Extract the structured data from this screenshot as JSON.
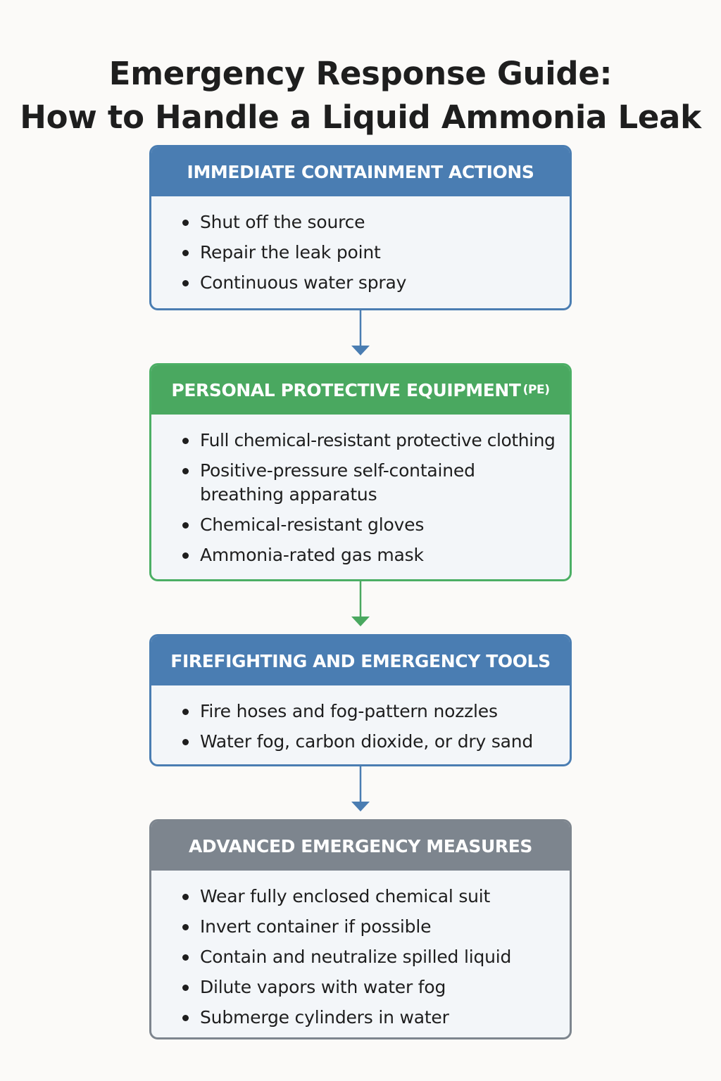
{
  "title": {
    "line1": "Emergency Response Guide:",
    "line2": "How to Handle a Liquid Ammonia Leak"
  },
  "colors": {
    "blue": "#4a7db2",
    "green": "#4aa860",
    "gray": "#7d858e",
    "background": "#fbfaf8",
    "box_fill": "#f3f6f9"
  },
  "sections": [
    {
      "header": "IMMEDIATE CONTAINMENT ACTIONS",
      "color": "blue",
      "items": [
        "Shut off the source",
        "Repair the leak point",
        "Continuous water spray"
      ]
    },
    {
      "header": "PERSONAL PROTECTIVE EQUIPMENT",
      "header_suffix": "(PE)",
      "color": "green",
      "items": [
        "Full chemical-resistant protective clothing",
        "Positive-pressure self-contained breathing apparatus",
        "Chemical-resistant gloves",
        "Ammonia-rated gas mask"
      ]
    },
    {
      "header": "FIREFIGHTING AND EMERGENCY TOOLS",
      "color": "blue",
      "items": [
        "Fire hoses and fog-pattern nozzles",
        "Water fog, carbon dioxide, or dry sand"
      ]
    },
    {
      "header": "ADVANCED EMERGENCY MEASURES",
      "color": "gray",
      "items": [
        "Wear fully enclosed chemical suit",
        "Invert container if possible",
        "Contain and neutralize spilled liquid",
        "Dilute vapors with water fog",
        "Submerge cylinders in water"
      ]
    }
  ],
  "connectors": [
    {
      "from": "IMMEDIATE CONTAINMENT ACTIONS",
      "to": "PERSONAL PROTECTIVE EQUIPMENT",
      "color": "blue"
    },
    {
      "from": "PERSONAL PROTECTIVE EQUIPMENT",
      "to": "FIREFIGHTING AND EMERGENCY TOOLS",
      "color": "green"
    },
    {
      "from": "FIREFIGHTING AND EMERGENCY TOOLS",
      "to": "ADVANCED EMERGENCY MEASURES",
      "color": "blue"
    }
  ]
}
